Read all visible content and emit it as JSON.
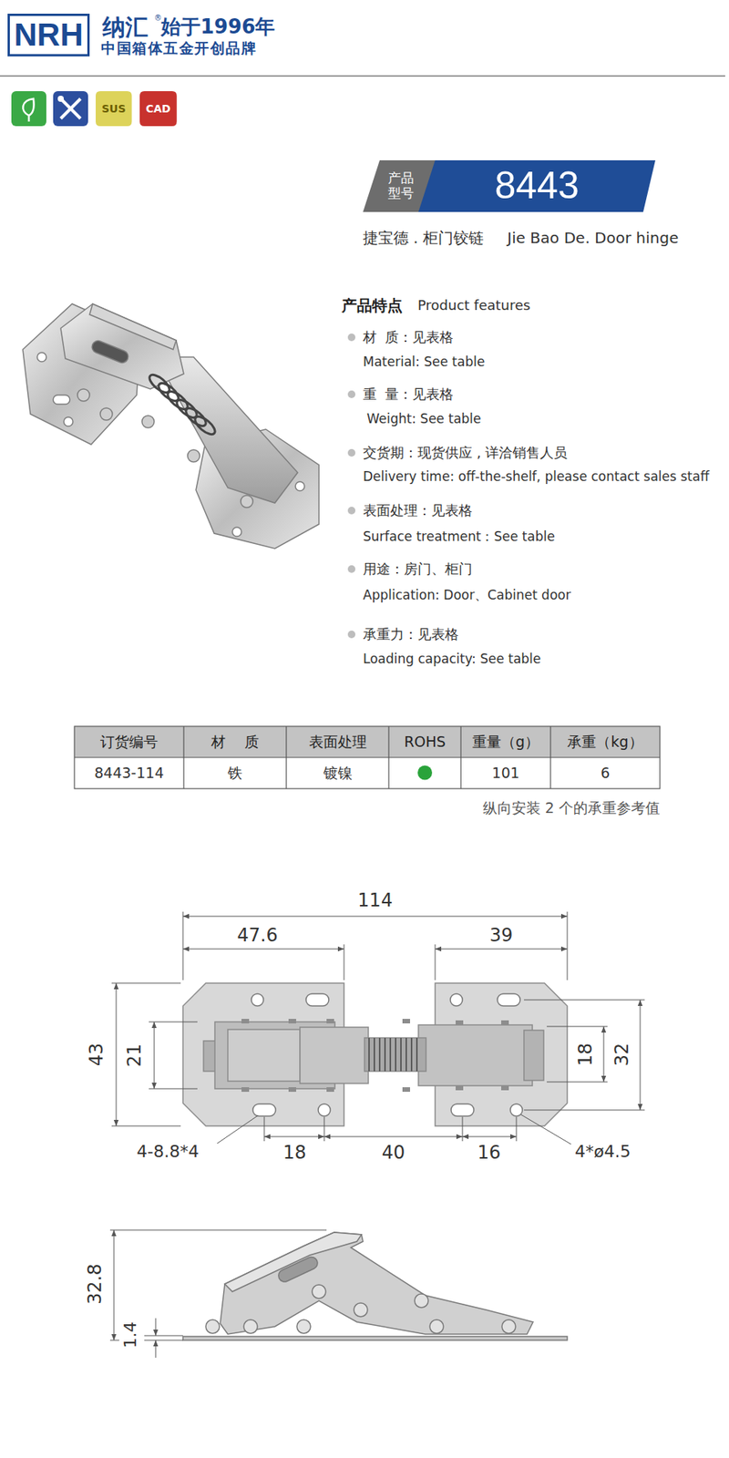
{
  "diagram": {
    "nodes": [
      {
        "text": [
          "NRH"
        ]
      },
      {
        "text": [
          "SUS"
        ]
      },
      {
        "text": [
          "CAD"
        ]
      },
      {
        "text": [
          "产品 型号"
        ]
      },
      {
        "text": [
          "8443"
        ]
      }
    ],
    "labels": [
      "纳汇",
      "®",
      "始于1996年",
      "中国箱体五金开创品牌",
      "捷宝德 . 柜门铰链",
      "Jie Bao De. Door hinge",
      "产品特点",
      "Product features",
      "材  质：见表格",
      "Material: See table",
      "重  量：见表格",
      "Weight: See table",
      "交货期：现货供应 , 详洽销售人员",
      "Delivery time: off-the-shelf, please contact sales staff",
      "表面处理：见表格",
      "Surface treatment：See table",
      "用途：房门、柜门",
      "Application: Door、Cabinet door",
      "承重力：见表格",
      "Loading capacity: See table",
      "订货编号",
      "材    质",
      "表面处理",
      "ROHS",
      "重量（g）",
      "承重（kg）",
      "8443-114",
      "铁",
      "镀镍",
      "101",
      "6",
      "纵向安装 2 个的承重参考值",
      "114",
      "47.6",
      "39",
      "43",
      "21",
      "18",
      "32",
      "4-8.8*4",
      "18",
      "40",
      "16",
      "4*ø4.5",
      "32.8",
      "1.4"
    ]
  }
}
